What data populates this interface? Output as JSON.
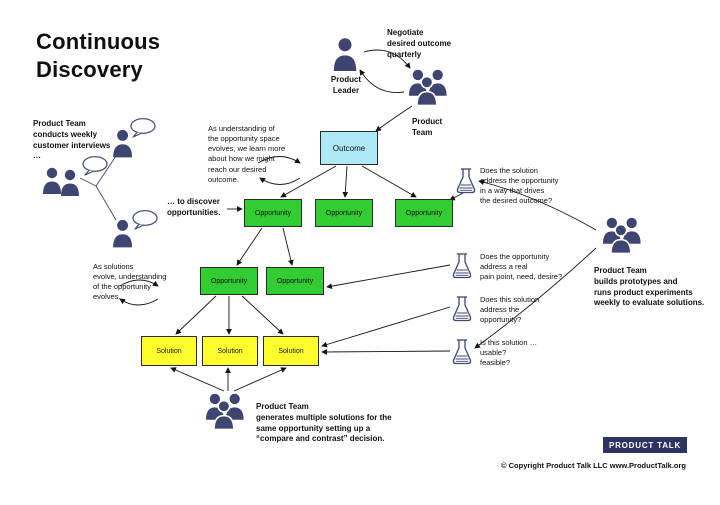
{
  "title": "Continuous\nDiscovery",
  "top": {
    "negotiate_note": "Negotiate\ndesired outcome\nquarterly",
    "product_leader_label": "Product\nLeader",
    "product_team_label": "Product\nTeam"
  },
  "left": {
    "interviews_note": "Product Team\nconducts weekly\ncustomer interviews\n…",
    "discover_note": "… to discover\nopportunities.",
    "solutions_evolve_note": "As solutions\nevolve, understanding\nof the opportunity\nevolves."
  },
  "center_note": "As understanding of\nthe opportunity space\nevolves, we learn more\nabout how we might\nreach our desired\noutcome.",
  "nodes": {
    "outcome": "Outcome",
    "opportunity": "Opportunity",
    "solution": "Solution"
  },
  "questions": [
    "Does the solution\naddress the opportunity\nin a way that drives\nthe desired outcome?",
    "Does the opportunity\naddress a real\npain point, need, desire?",
    "Does this solution\naddress the\nopportunity?",
    "Is this solution …\nusable?\nfeasible?"
  ],
  "right_note": "Product Team\nbuilds prototypes and\nruns product experiments\nweekly to evaluate solutions.",
  "bottom_note": "Product Team\ngenerates multiple solutions for the\nsame opportunity setting up a\n“compare and contrast” decision.",
  "footer": {
    "badge": "PRODUCT TALK",
    "copyright": "© Copyright Product Talk LLC www.ProductTalk.org"
  },
  "colors": {
    "outcome_fill": "#ade9f7",
    "opportunity_fill": "#33cc33",
    "solution_fill": "#ffff2e",
    "figure_navy": "#3f4571",
    "badge_bg": "#2e3462"
  },
  "icons": {
    "person": "person-icon",
    "team": "team-icon",
    "bubble": "speech-bubble-icon",
    "flask": "flask-icon"
  }
}
